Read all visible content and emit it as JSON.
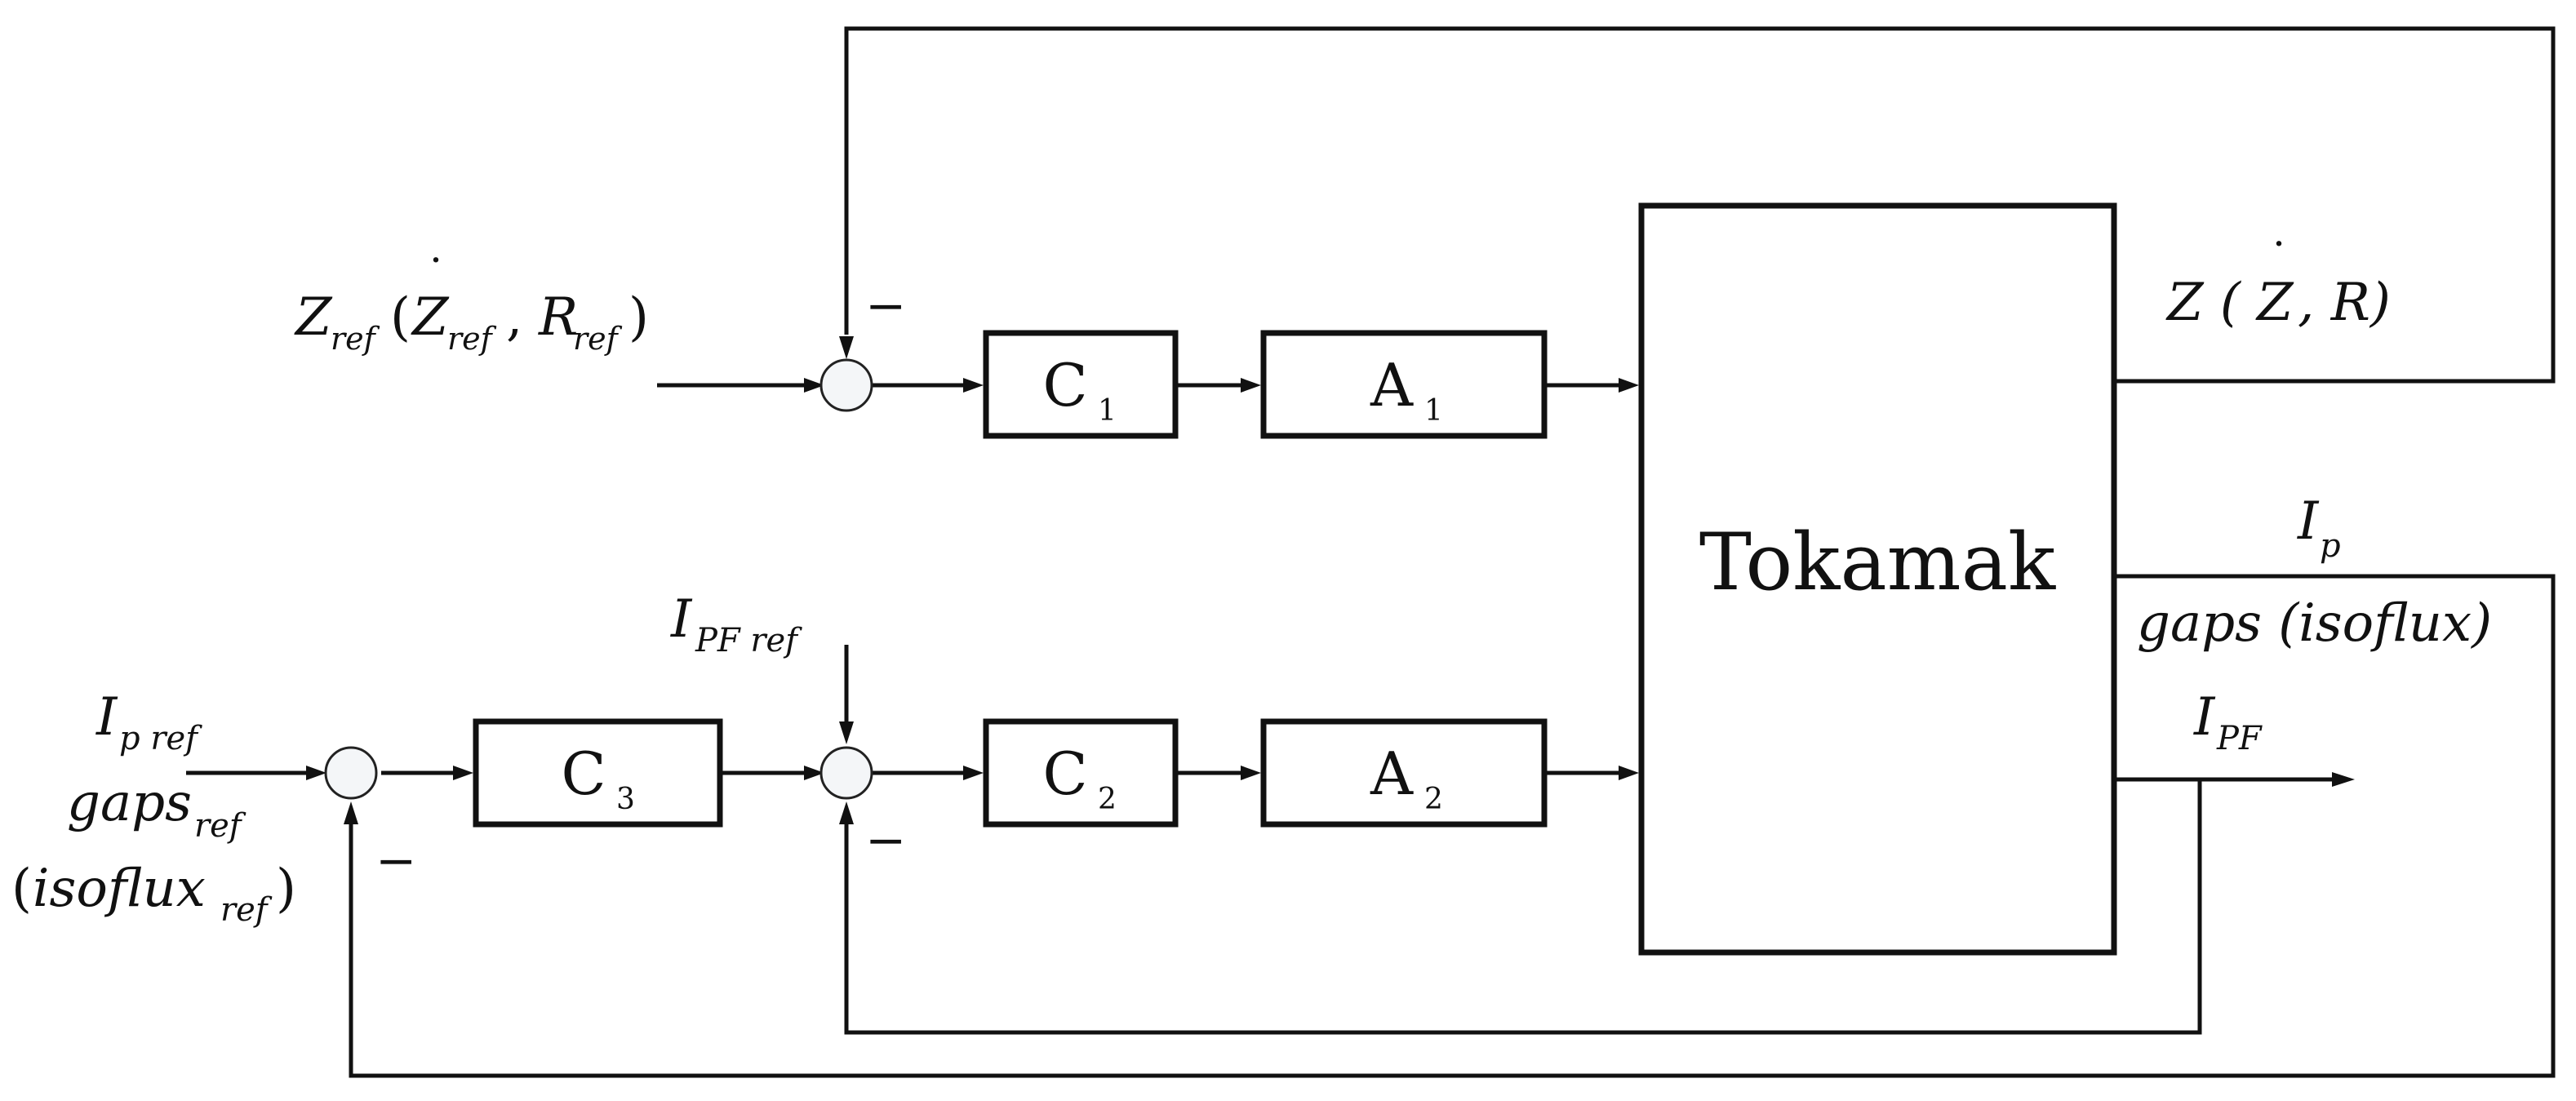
{
  "blocks": {
    "c1": "C",
    "c1_sub": "1",
    "a1": "A",
    "a1_sub": "1",
    "c2": "C",
    "c2_sub": "2",
    "a2": "A",
    "a2_sub": "2",
    "c3": "C",
    "c3_sub": "3",
    "plant": "Tokamak"
  },
  "inputs": {
    "zref_Z": "Z",
    "zref_sub": "ref",
    "zref_open": "(",
    "zref_Zdot": "Z",
    "zref_dot": "˙",
    "zref_dot_sub": "ref",
    "zref_comma": ",",
    "zref_R": "R",
    "zref_R_sub": "ref",
    "zref_close": ")",
    "ipref_I": "I",
    "ipref_sub": "p ref",
    "gaps_ref": "gaps",
    "gaps_ref_sub": "ref",
    "iso_open": "(",
    "isoflux_ref": "isoflux",
    "isoflux_ref_sub": "ref",
    "iso_close": ")",
    "ipfref_I": "I",
    "ipfref_sub": "PF ref"
  },
  "outputs": {
    "z_text": "Z (",
    "z_dot": "˙",
    "z_Zdot": "Z",
    "z_rest": ", R)",
    "ip_I": "I",
    "ip_sub": "p",
    "gaps": "gaps (isoflux)",
    "ipf_I": "I",
    "ipf_sub": "PF"
  },
  "signs": {
    "minus": "−"
  }
}
